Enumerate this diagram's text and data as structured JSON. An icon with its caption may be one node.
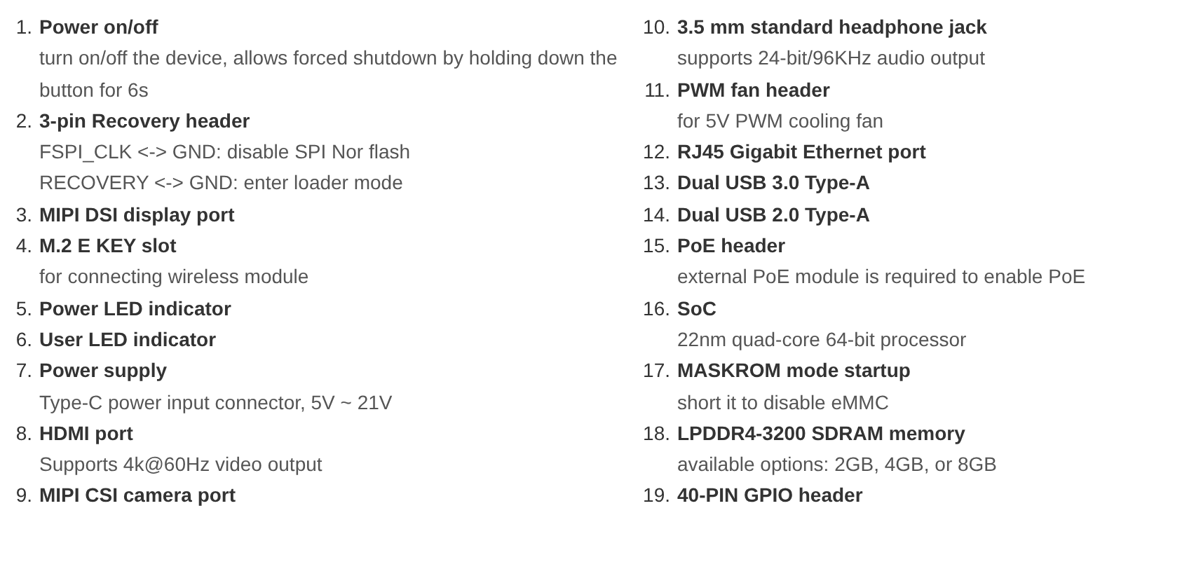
{
  "diagram": {
    "labels": [
      "1.",
      "Power on/off",
      "turn on/off the device, allows forced shutdown by holding down the button for 6s",
      "2.",
      "3-pin Recovery header",
      "FSPI_CLK <-> GND: disable SPI Nor flash",
      "RECOVERY <-> GND: enter loader mode",
      "3.",
      "MIPI DSI display port",
      "4.",
      "M.2 E KEY slot",
      "for connecting wireless module",
      "5.",
      "Power LED indicator",
      "6.",
      "User LED indicator",
      "7.",
      "Power supply",
      "Type-C power input connector, 5V ~ 21V",
      "8.",
      "HDMI port",
      "Supports 4k@60Hz video output",
      "9.",
      "MIPI CSI camera port",
      "10.",
      "3.5 mm standard headphone jack",
      "supports 24-bit/96KHz audio output",
      "11.",
      "PWM fan header",
      "for 5V PWM cooling fan",
      "12.",
      "RJ45 Gigabit Ethernet port",
      "13.",
      "Dual USB 3.0 Type-A",
      "14.",
      "Dual USB 2.0 Type-A",
      "15.",
      "PoE header",
      "external PoE module is required to enable PoE",
      "16.",
      "SoC",
      "22nm quad-core 64-bit processor",
      "17.",
      "MASKROM mode startup",
      "short it to disable eMMC",
      "18.",
      "LPDDR4-3200 SDRAM memory",
      "available options: 2GB, 4GB, or 8GB",
      "19.",
      "40-PIN GPIO header"
    ]
  }
}
